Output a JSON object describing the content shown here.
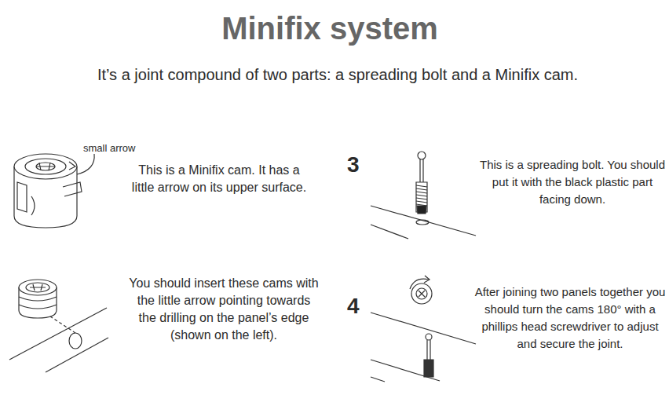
{
  "diagram": {
    "title": "Minifix system",
    "labels": [
      "It’s a joint compound of two parts: a spreading bolt and a Minifix cam.",
      "small arrow",
      "This is a Minifix cam. It has a little arrow on its upper surface.",
      "3",
      "This is a spreading bolt. You should put it with the black plastic part facing down.",
      "You should insert these cams with the little arrow pointing towards the drilling on the panel’s edge (shown on the left).",
      "4",
      "After joining two panels together you should turn the cams 180° with a phillips head screwdriver to adjust and secure the joint."
    ]
  }
}
